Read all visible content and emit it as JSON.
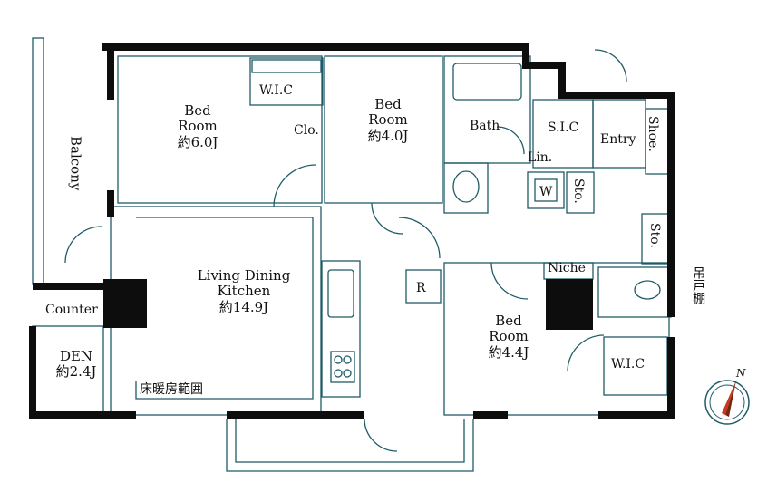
{
  "rooms": {
    "bed1": {
      "name": "Bed\nRoom",
      "size": "約6.0J"
    },
    "bed2": {
      "name": "Bed\nRoom",
      "size": "約4.0J"
    },
    "bed3": {
      "name": "Bed\nRoom",
      "size": "約4.4J"
    },
    "ldk": {
      "name": "Living Dining\nKitchen",
      "size": "約14.9J"
    },
    "den": {
      "name": "DEN",
      "size": "約2.4J"
    }
  },
  "labels": {
    "wic1": "W.I.C",
    "wic2": "W.I.C",
    "clo": "Clo.",
    "bath": "Bath",
    "sic": "S.I.C",
    "entry": "Entry",
    "shoe": "Shoe.",
    "lin": "Lin.",
    "w": "W",
    "sto1": "Sto.",
    "sto2": "Sto.",
    "balcony": "Balcony",
    "counter": "Counter",
    "niche": "Niche",
    "r": "R",
    "floor_heating": "床暖房範囲",
    "hanging_shelf": "吊戸棚",
    "north": "N"
  },
  "colors": {
    "wall": "#0d0d0d",
    "line": "#1f5b66",
    "accent": "#c83a1e"
  }
}
